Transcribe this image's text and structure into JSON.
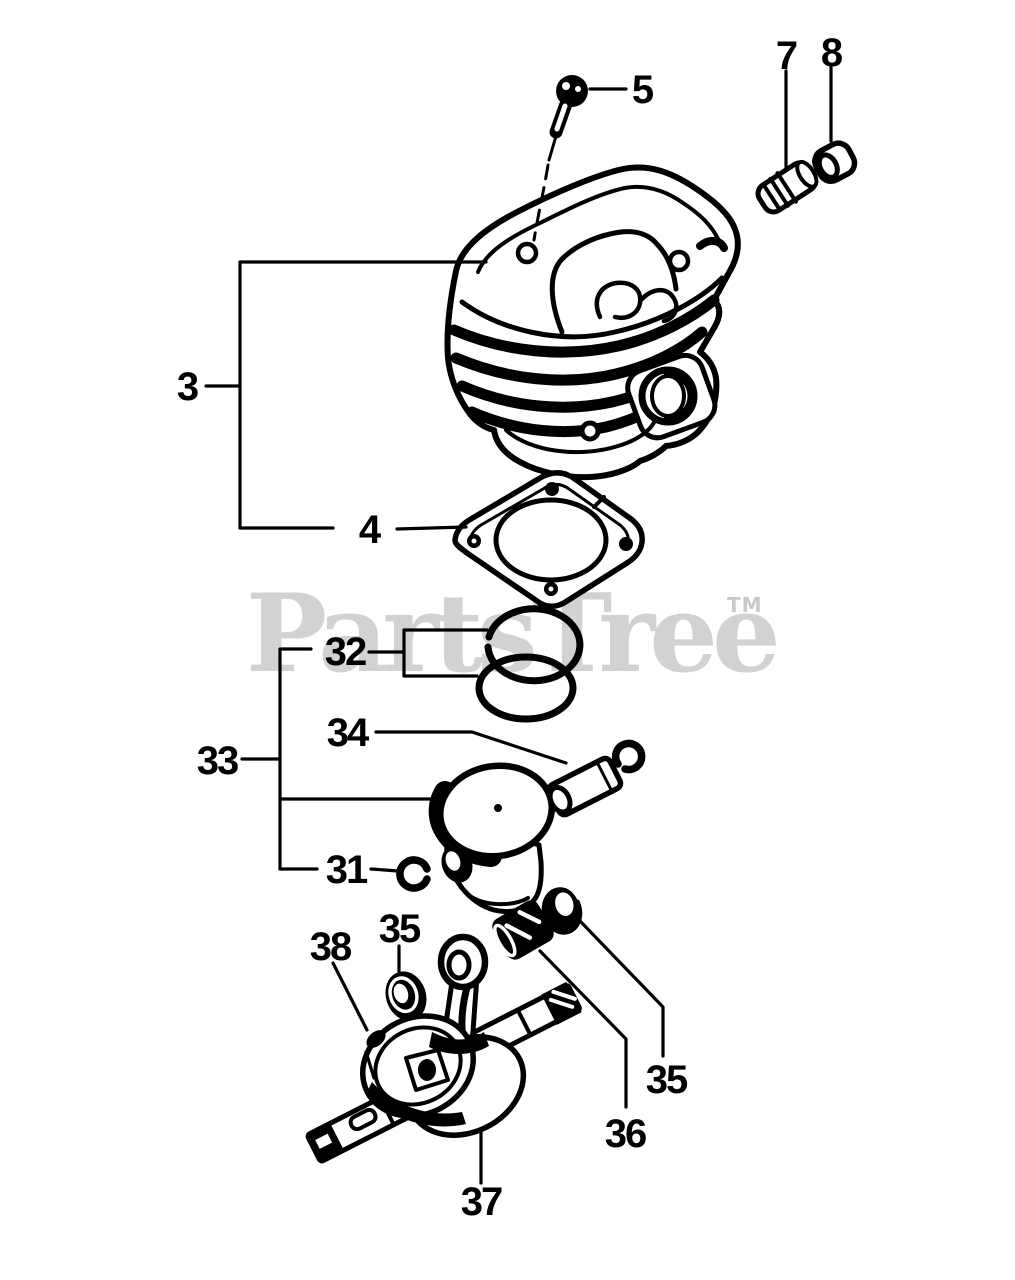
{
  "watermark": {
    "text": "PartsTree",
    "tm": "TM"
  },
  "colors": {
    "background": "#ffffff",
    "line": "#000000",
    "watermark_gray": "#d2d2d2"
  },
  "callouts": [
    {
      "label": "3",
      "part": "cylinder-assembly"
    },
    {
      "label": "4",
      "part": "cylinder-gasket"
    },
    {
      "label": "5",
      "part": "cylinder-screw"
    },
    {
      "label": "7",
      "part": "plug"
    },
    {
      "label": "8",
      "part": "bushing"
    },
    {
      "label": "31",
      "part": "piston-pin-circlip"
    },
    {
      "label": "32",
      "part": "piston-rings"
    },
    {
      "label": "33",
      "part": "piston-assembly"
    },
    {
      "label": "34",
      "part": "piston-pin"
    },
    {
      "label": "35",
      "part": "thrust-washer"
    },
    {
      "label": "35",
      "part": "oil-seal"
    },
    {
      "label": "36",
      "part": "needle-bearing"
    },
    {
      "label": "37",
      "part": "crankshaft"
    },
    {
      "label": "38",
      "part": "woodruff-key"
    }
  ]
}
